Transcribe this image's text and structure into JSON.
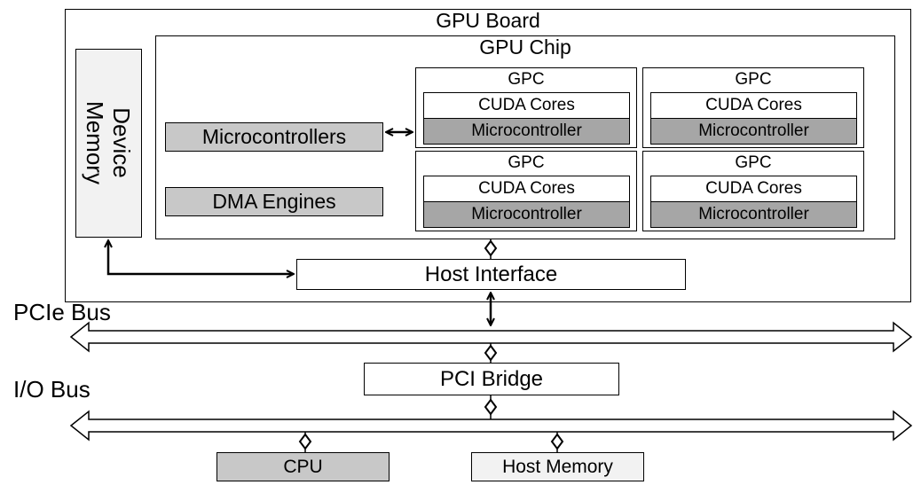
{
  "gpu_board": {
    "title": "GPU Board"
  },
  "gpu_chip": {
    "title": "GPU Chip"
  },
  "device_memory": {
    "line1": "Device",
    "line2": "Memory"
  },
  "microcontrollers": {
    "label": "Microcontrollers"
  },
  "dma_engines": {
    "label": "DMA Engines"
  },
  "gpcs": [
    {
      "title": "GPC",
      "cores": "CUDA Cores",
      "controller": "Microcontroller"
    },
    {
      "title": "GPC",
      "cores": "CUDA Cores",
      "controller": "Microcontroller"
    },
    {
      "title": "GPC",
      "cores": "CUDA Cores",
      "controller": "Microcontroller"
    },
    {
      "title": "GPC",
      "cores": "CUDA Cores",
      "controller": "Microcontroller"
    }
  ],
  "host_interface": {
    "label": "Host Interface"
  },
  "pcie_bus": {
    "label": "PCIe Bus"
  },
  "pci_bridge": {
    "label": "PCI Bridge"
  },
  "io_bus": {
    "label": "I/O Bus"
  },
  "cpu": {
    "label": "CPU"
  },
  "host_memory": {
    "label": "Host Memory"
  }
}
